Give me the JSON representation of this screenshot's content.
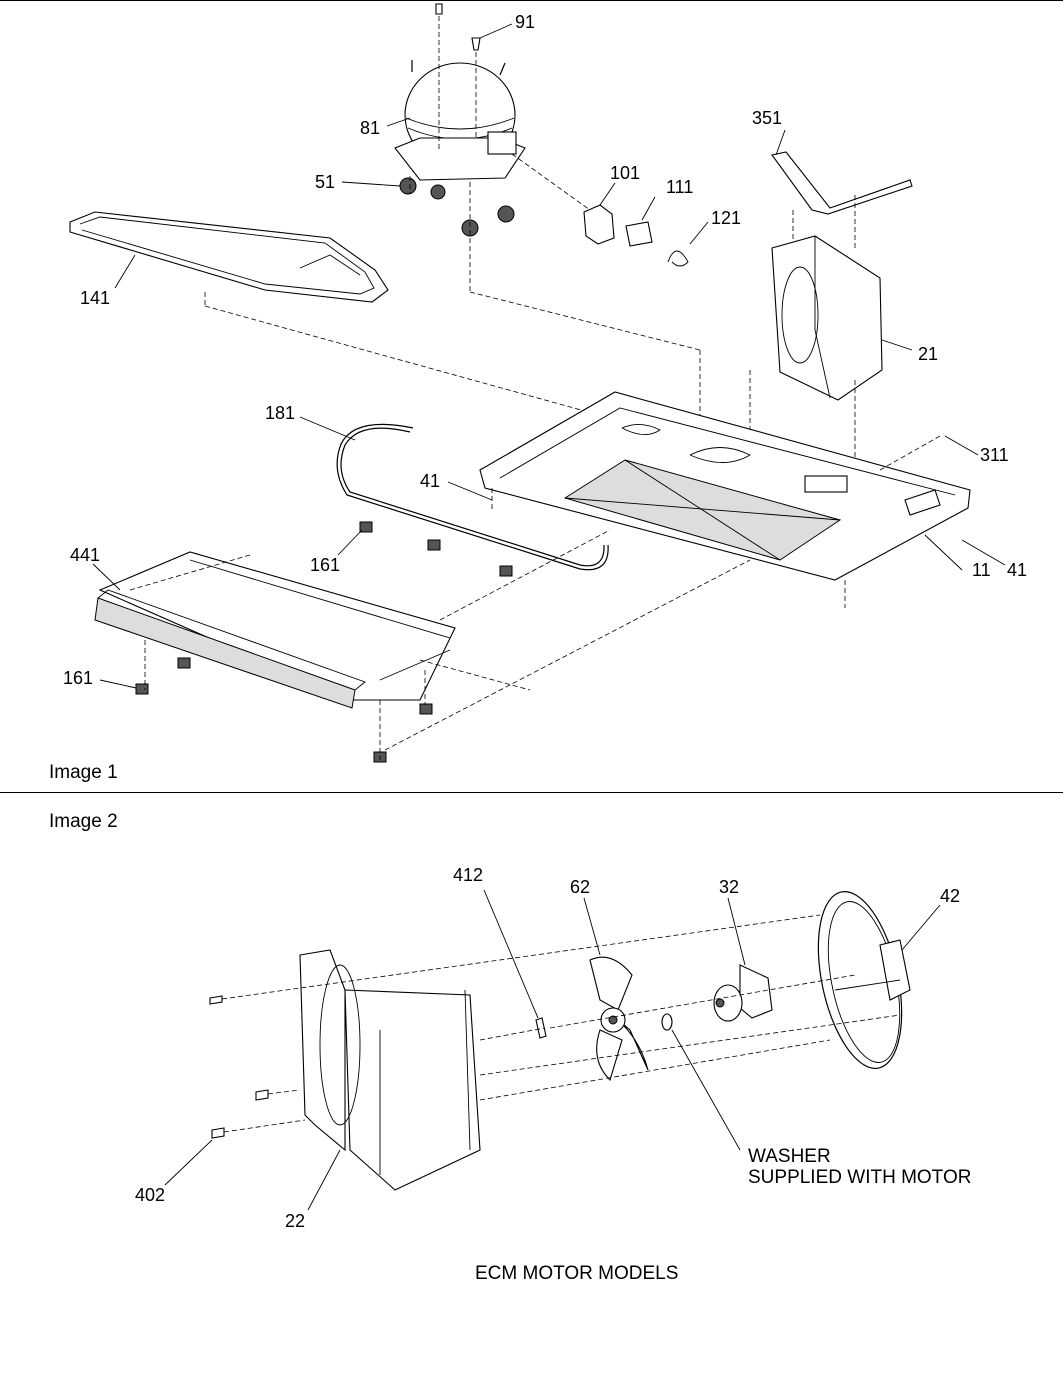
{
  "image1": {
    "caption": "Image 1",
    "callouts": {
      "c91": "91",
      "c81": "81",
      "c51": "51",
      "c101": "101",
      "c111": "111",
      "c121": "121",
      "c351": "351",
      "c141": "141",
      "c21": "21",
      "c181": "181",
      "c311": "311",
      "c41a": "41",
      "c161a": "161",
      "c441": "441",
      "c11": "11",
      "c41b": "41",
      "c161b": "161"
    }
  },
  "image2": {
    "caption": "Image 2",
    "callouts": {
      "c412": "412",
      "c62": "62",
      "c32": "32",
      "c42": "42",
      "c402": "402",
      "c22": "22"
    },
    "note_line1": "WASHER",
    "note_line2": "SUPPLIED WITH MOTOR",
    "footer": "ECM MOTOR MODELS"
  }
}
